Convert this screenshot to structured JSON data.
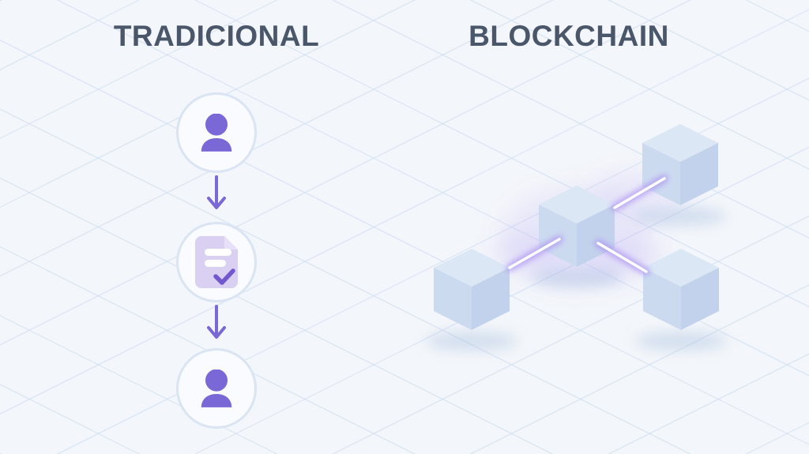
{
  "traditional": {
    "title": "TRADICIONAL",
    "steps": [
      {
        "name": "person-sender",
        "icon": "person-icon"
      },
      {
        "name": "document-approved",
        "icon": "document-check-icon"
      },
      {
        "name": "person-receiver",
        "icon": "person-icon"
      }
    ]
  },
  "blockchain": {
    "title": "BLOCKCHAIN",
    "nodes": [
      {
        "name": "block-center"
      },
      {
        "name": "block-top-right"
      },
      {
        "name": "block-bottom-left"
      },
      {
        "name": "block-bottom-right"
      }
    ],
    "links": [
      {
        "from": "block-center",
        "to": "block-top-right"
      },
      {
        "from": "block-bottom-left",
        "to": "block-center"
      },
      {
        "from": "block-center",
        "to": "block-bottom-right"
      }
    ]
  },
  "colors": {
    "bg": "#f3f6fa",
    "grid": "rgba(205,220,240,0.55)",
    "title": "#4a5669",
    "purple": "#7a68d6",
    "node_ring": "#dae4f3",
    "node_bg": "#fafbfe",
    "doc": "#d9d0f2",
    "doc_fold": "#e6e0f8",
    "doc_bar": "#ffffff",
    "check": "#7257cf",
    "cube_top": "#dce7f6",
    "cube_left": "#ccdaf0",
    "cube_right": "#c3d2ec",
    "cube_shadow": "rgba(160,185,220,0.38)",
    "glow_core": "#ffffff",
    "glow_halo": "#a98df2",
    "haze": "rgba(169,141,242,0.14)"
  }
}
